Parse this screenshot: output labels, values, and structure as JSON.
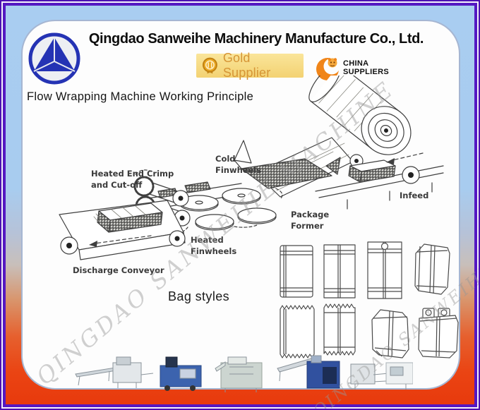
{
  "header": {
    "company_name": "Qingdao Sanweihe Machinery Manufacture Co., Ltd.",
    "logo_name": "sanweihe-triangle-logo",
    "gold_supplier": {
      "label": "Gold Supplier"
    },
    "china_suppliers": {
      "line1": "CHINA",
      "line2": "SUPPLIERS"
    }
  },
  "diagram": {
    "title": "Flow Wrapping Machine Working Principle",
    "labels": {
      "heated_end_crimp_1": "Heated End Crimp",
      "heated_end_crimp_2": "and Cut-off",
      "cold_finwheels_1": "Cold",
      "cold_finwheels_2": "Finwheels",
      "infeed": "Infeed",
      "package_former_1": "Package",
      "package_former_2": "Former",
      "heated_finwheels_1": "Heated",
      "heated_finwheels_2": "Finwheels",
      "discharge_conveyor": "Discharge Conveyor"
    },
    "bag_styles_label": "Bag styles"
  },
  "watermark": {
    "main": "QINGDAO SANWEIHE MACHINE",
    "secondary": "QINGDAO SANWEIHE"
  },
  "colors": {
    "frame_purple": "#5518c2",
    "band_top_blue": "#a9cdf1",
    "band_bottom_red": "#e83a0d",
    "gold_badge_bg": "#f5d87f",
    "gold_badge_text": "#d69536",
    "china_orange": "#f08519",
    "logo_blue": "#2533b4"
  }
}
